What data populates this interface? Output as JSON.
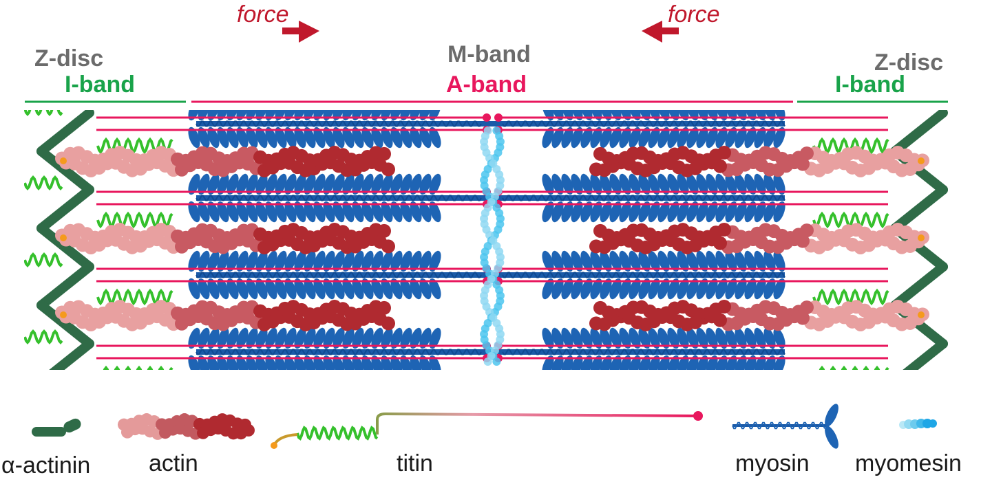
{
  "labels": {
    "force_left": "force",
    "force_right": "force",
    "z_disc_left": "Z-disc",
    "z_disc_right": "Z-disc",
    "m_band": "M-band",
    "a_band": "A-band",
    "i_band_left": "I-band",
    "i_band_right": "I-band"
  },
  "legend": {
    "alpha_actinin": "α-actinin",
    "actin": "actin",
    "titin": "titin",
    "myosin": "myosin",
    "myomesin": "myomesin"
  },
  "colors": {
    "force": "#c0182c",
    "z_disc_label": "#6b6b6b",
    "i_band": "#19a34a",
    "a_band": "#e8175d",
    "alpha_actinin": "#2f6b47",
    "actin_light": "#e8a0a0",
    "actin_dark": "#b02a30",
    "titin_spring": "#35c02c",
    "titin_linker": "#e8175d",
    "titin_end": "#f59a1c",
    "myosin": "#1e64b4",
    "myomesin": "#4cc6ee"
  }
}
